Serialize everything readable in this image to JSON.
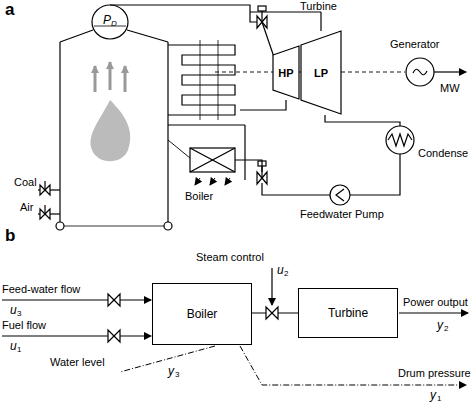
{
  "diagram": {
    "nodes": [
      {
        "text": [
          "HP"
        ]
      },
      {
        "text": [
          "LP"
        ]
      },
      {
        "text": [
          "Boiler"
        ]
      },
      {
        "text": [
          "Turbine"
        ]
      }
    ],
    "edges": [
      {
        "from": 2,
        "to": 3,
        "arrow": "none"
      }
    ],
    "labels": [
      "a",
      "P",
      "D",
      "Coal",
      "Air",
      "Boiler",
      "Turbine",
      "Generator",
      "MW",
      "Condense",
      "Feedwater Pump",
      "b",
      "Feed-water flow",
      "u",
      "3",
      "Fuel flow",
      "u",
      "1",
      "Steam control",
      "u",
      "2",
      "Water level",
      "y",
      "3",
      "Power output",
      "y",
      "2",
      "Drum pressure",
      "y",
      "1"
    ]
  }
}
